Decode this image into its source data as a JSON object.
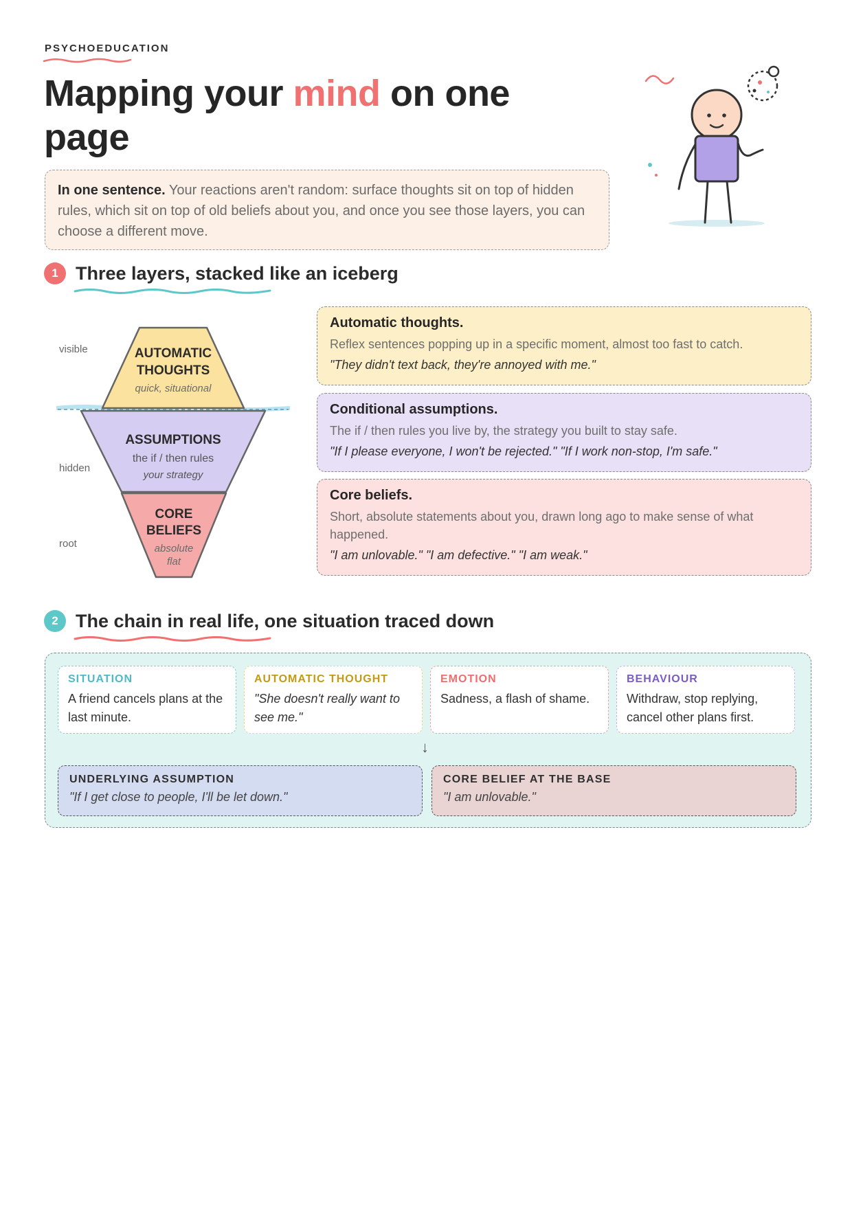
{
  "header": {
    "kicker": "PSYCHOEDUCATION",
    "title_part1": "Mapping your ",
    "title_accent": "mind",
    "title_part2": " on one page"
  },
  "summary": {
    "lead": "In one sentence.",
    "text": " Your reactions aren't random: surface thoughts sit on top of hidden rules, which sit on top of old beliefs about you, and once you see those layers, you can choose a different move."
  },
  "section1": {
    "number": "1",
    "title": "Three layers, stacked like an iceberg",
    "labels": {
      "visible": "visible",
      "hidden": "hidden",
      "root": "root"
    },
    "iceberg": {
      "top_title_1": "AUTOMATIC",
      "top_title_2": "THOUGHTS",
      "top_sub": "quick, situational",
      "mid_title": "ASSUMPTIONS",
      "mid_sub1": "the if / then rules",
      "mid_sub2": "your strategy",
      "bottom_title_1": "CORE",
      "bottom_title_2": "BELIEFS",
      "bottom_sub1": "absolute",
      "bottom_sub2": "flat"
    },
    "cards": [
      {
        "title": "Automatic thoughts.",
        "desc": "Reflex sentences popping up in a specific moment, almost too fast to catch.",
        "quote": "\"They didn't text back, they're annoyed with me.\""
      },
      {
        "title": "Conditional assumptions.",
        "desc": "The if / then rules you live by, the strategy you built to stay safe.",
        "quote": "\"If I please everyone, I won't be rejected.\" \"If I work non-stop, I'm safe.\""
      },
      {
        "title": "Core beliefs.",
        "desc": "Short, absolute statements about you, drawn long ago to make sense of what happened.",
        "quote": "\"I am unlovable.\" \"I am defective.\" \"I am weak.\""
      }
    ]
  },
  "section2": {
    "number": "2",
    "title": "The chain in real life, one situation traced down",
    "steps": [
      {
        "label": "SITUATION",
        "text": "A friend cancels plans at the last minute."
      },
      {
        "label": "AUTOMATIC THOUGHT",
        "text": "\"She doesn't really want to see me.\""
      },
      {
        "label": "EMOTION",
        "text": "Sadness, a flash of shame."
      },
      {
        "label": "BEHAVIOUR",
        "text": "Withdraw, stop replying, cancel other plans first."
      }
    ],
    "arrow": "↓",
    "assumption": {
      "label": "UNDERLYING ASSUMPTION",
      "text": "\"If I get close to people, I'll be let down.\""
    },
    "core": {
      "label": "CORE BELIEF AT THE BASE",
      "text": "\"I am unlovable.\""
    }
  },
  "colors": {
    "accent": "#f07171",
    "teal": "#5ec8c8",
    "thoughts": "#fdf0c8",
    "assumptions": "#e8e0f6",
    "beliefs": "#fde0e0",
    "chain_bg": "#e0f4f2"
  }
}
